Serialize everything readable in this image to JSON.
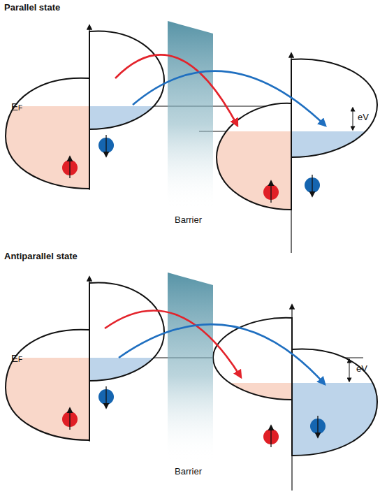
{
  "diagram": {
    "labels": [
      "Parallel state",
      "EF",
      "eV",
      "Barrier",
      "Antiparallel state",
      "EF",
      "eV",
      "Barrier"
    ]
  }
}
